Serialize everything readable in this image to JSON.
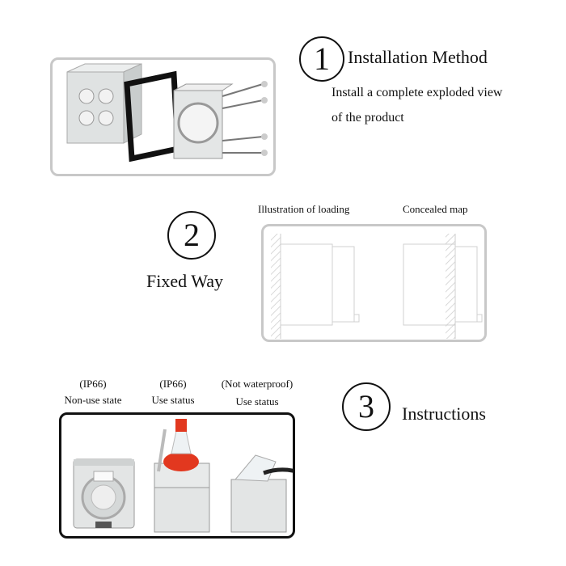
{
  "section1": {
    "number": "1",
    "title": "Installation Method",
    "description_line1": "Install a complete exploded view",
    "description_line2": "of the product"
  },
  "section2": {
    "number": "2",
    "title": "Fixed Way",
    "label_loading": "Illustration of loading",
    "label_concealed": "Concealed map"
  },
  "section3": {
    "number": "3",
    "title": "Instructions",
    "states": [
      {
        "rating": "(IP66)",
        "status": "Non-use state"
      },
      {
        "rating": "(IP66)",
        "status": "Use status"
      },
      {
        "rating": "(Not waterproof)",
        "status": "Use status"
      }
    ]
  },
  "colors": {
    "box_border_gray": "#c8c8c8",
    "drawing_line": "#d0d0d0",
    "plug_red": "#e2381f",
    "frame_black": "#111111"
  }
}
